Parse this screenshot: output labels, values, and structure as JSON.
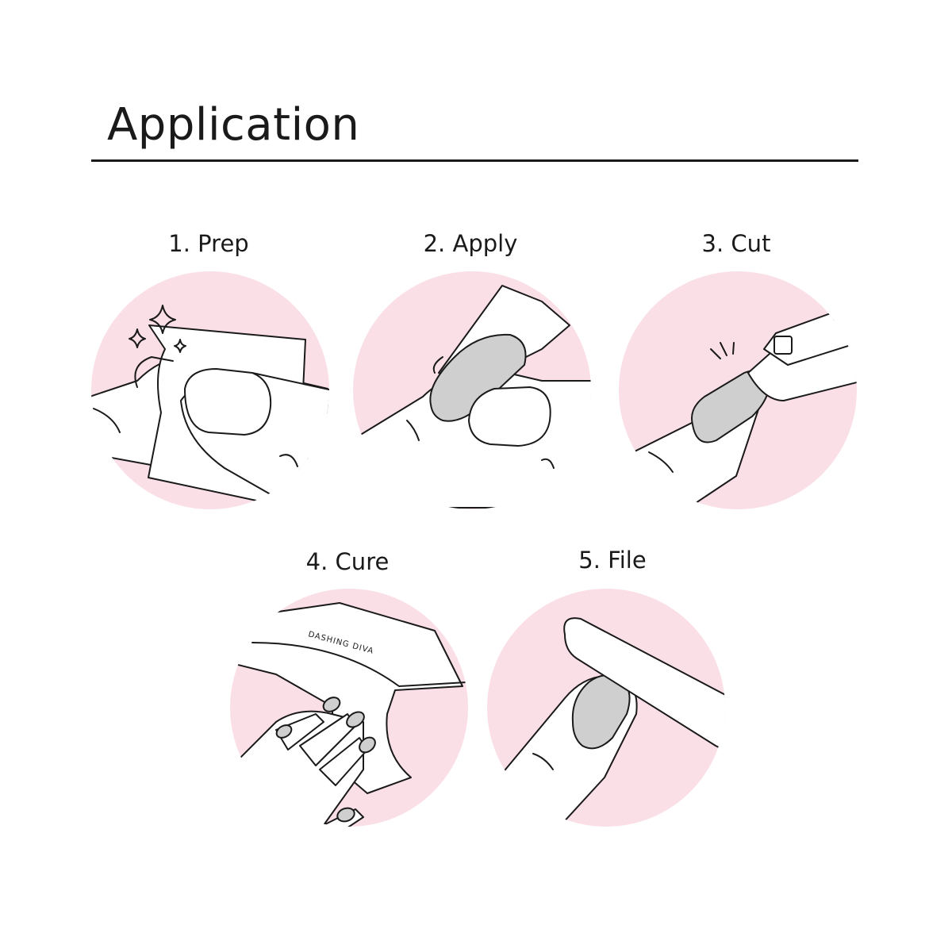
{
  "page": {
    "title": "Application",
    "background_color": "#ffffff",
    "accent_color": "#fadfe7",
    "ink_color": "#1a1a1a",
    "nail_color": "#cfcfcf"
  },
  "steps": [
    {
      "label": "1. Prep",
      "icon": "wipe-nail-illustration"
    },
    {
      "label": "2. Apply",
      "icon": "apply-nail-illustration"
    },
    {
      "label": "3. Cut",
      "icon": "clipper-illustration"
    },
    {
      "label": "4. Cure",
      "icon": "uv-lamp-illustration",
      "brand_text": "DASHING DIVA"
    },
    {
      "label": "5. File",
      "icon": "nail-file-illustration"
    }
  ]
}
